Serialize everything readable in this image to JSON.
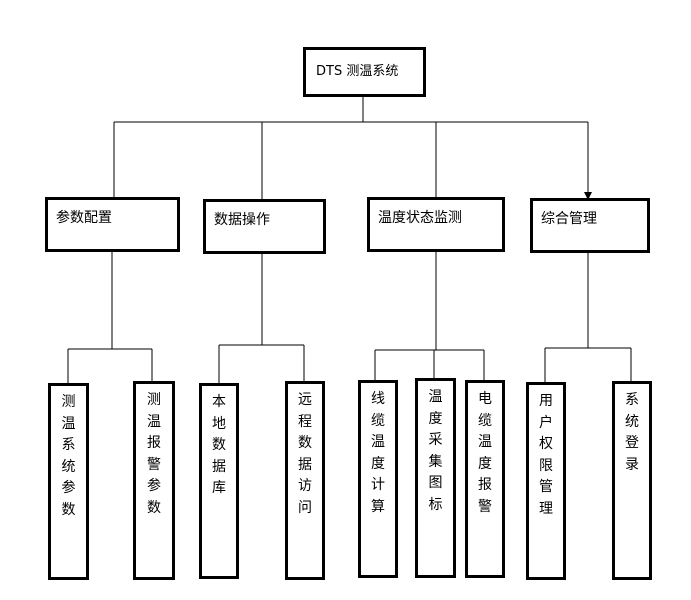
{
  "root": {
    "label": "DTS 测温系统"
  },
  "categories": [
    {
      "label": "参数配置",
      "children": [
        {
          "label": "测\n温\n系\n统\n参\n数"
        },
        {
          "label": "测\n温\n报\n警\n参\n数"
        }
      ]
    },
    {
      "label": "数据操作",
      "children": [
        {
          "label": "本\n地\n数\n据\n库"
        },
        {
          "label": "远\n程\n数\n据\n访\n问"
        }
      ]
    },
    {
      "label": "温度状态监测",
      "children": [
        {
          "label": "线\n缆\n温\n度\n计\n算"
        },
        {
          "label": "温\n度\n采\n集\n图\n标"
        },
        {
          "label": "电\n缆\n温\n度\n报\n警"
        }
      ]
    },
    {
      "label": "综合管理",
      "children": [
        {
          "label": "用\n户\n权\n限\n管\n理"
        },
        {
          "label": "系\n统\n登\n录"
        }
      ]
    }
  ],
  "colors": {
    "line": "#000000",
    "box_border": "#000000",
    "background": "#ffffff"
  }
}
